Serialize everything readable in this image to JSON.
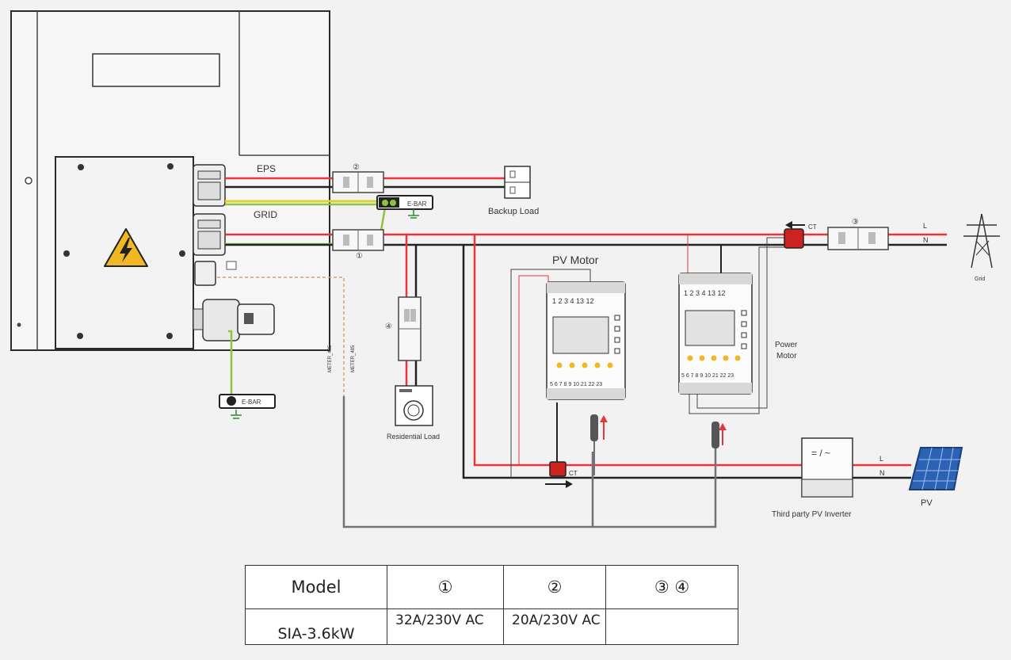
{
  "labels": {
    "eps": "EPS",
    "grid_port": "GRID",
    "ebar_top": "E-BAR",
    "ebar_bottom": "E-BAR",
    "backup_load": "Backup Load",
    "residential_load": "Residential Load",
    "pv_motor": "PV Motor",
    "power_motor_line1": "Power",
    "power_motor_line2": "Motor",
    "grid": "Grid",
    "third_party_inverter": "Third party PV Inverter",
    "pv": "PV",
    "ct_main": "CT",
    "ct_grid": "CT",
    "l_grid": "L",
    "n_grid": "N",
    "l_pv": "L",
    "n_pv": "N",
    "breaker_1": "①",
    "breaker_2": "②",
    "breaker_3": "③",
    "breaker_4": "④",
    "meter_terminals_top": "1 2 3 4 13 12",
    "meter_terminals_bottom": "5 6 7 8 9 10 21 22 23",
    "inverter_symbol": "= / ~",
    "comm_cable_1": "METER_485",
    "comm_cable_2": "METER_485"
  },
  "table": {
    "headers": [
      "Model",
      "①",
      "②",
      "③ ④"
    ],
    "rows": [
      [
        "SIA-3.6kW",
        "32A/230V AC",
        "20A/230V AC",
        ""
      ]
    ]
  },
  "colors": {
    "live": "#e8353b",
    "neutral": "#222222",
    "earth": "#8fc43a",
    "earth_yellow": "#d8d234",
    "comm": "#6f7378",
    "comm_dashed": "#d9a36b",
    "warning": "#f2b824",
    "panel_blue": "#2c62b3"
  }
}
